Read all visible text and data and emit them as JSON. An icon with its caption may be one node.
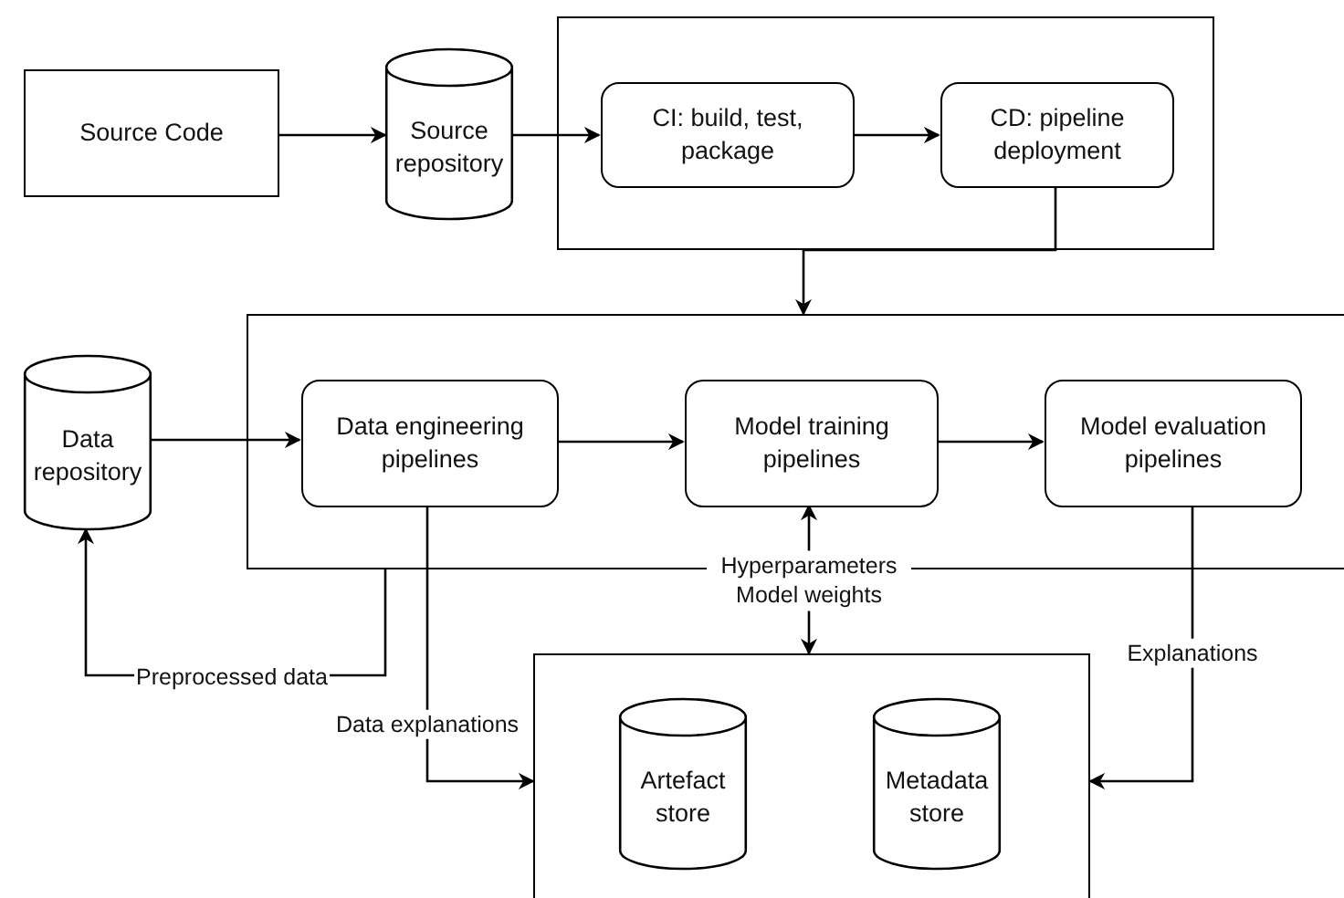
{
  "diagram": {
    "nodes": [
      {
        "text": [
          "Source Code"
        ]
      },
      {
        "text": [
          "Source repository"
        ]
      },
      {
        "text": [],
        "shape": "box"
      },
      {
        "text": [
          "CI: build, test, package"
        ],
        "in": 2
      },
      {
        "text": [
          "CD: pipeline deployment"
        ],
        "in": 2
      },
      {
        "text": [],
        "shape": "box"
      },
      {
        "text": [
          "Data repository"
        ]
      },
      {
        "text": [
          "Data engineering pipelines"
        ],
        "in": 5
      },
      {
        "text": [
          "Model training pipelines"
        ],
        "in": 5
      },
      {
        "text": [
          "Model evaluation pipelines"
        ],
        "in": 5
      },
      {
        "text": [],
        "shape": "box"
      },
      {
        "text": [
          "Artefact store"
        ],
        "in": 10
      },
      {
        "text": [
          "Metadata store"
        ],
        "in": 10
      }
    ],
    "edges": [
      {
        "from": 0,
        "to": 1,
        "arrow": "to"
      },
      {
        "from": 1,
        "to": 3,
        "arrow": "to"
      },
      {
        "from": 3,
        "to": 4,
        "arrow": "to"
      },
      {
        "from": 4,
        "to": 5,
        "arrow": "to"
      },
      {
        "from": 6,
        "to": 7,
        "arrow": "to"
      },
      {
        "from": 7,
        "to": 8,
        "arrow": "to"
      },
      {
        "from": 8,
        "to": 9,
        "arrow": "to"
      },
      {
        "from": 5,
        "to": 6,
        "arrow": "to",
        "label": "Preprocessed data"
      },
      {
        "from": 7,
        "to": 10,
        "arrow": "to",
        "label": "Data explanations"
      },
      {
        "from": 8,
        "to": 10,
        "arrow": "both",
        "label": "Hyperparameters Model weights"
      },
      {
        "from": 9,
        "to": 10,
        "arrow": "to",
        "label": "Explanations"
      }
    ]
  }
}
